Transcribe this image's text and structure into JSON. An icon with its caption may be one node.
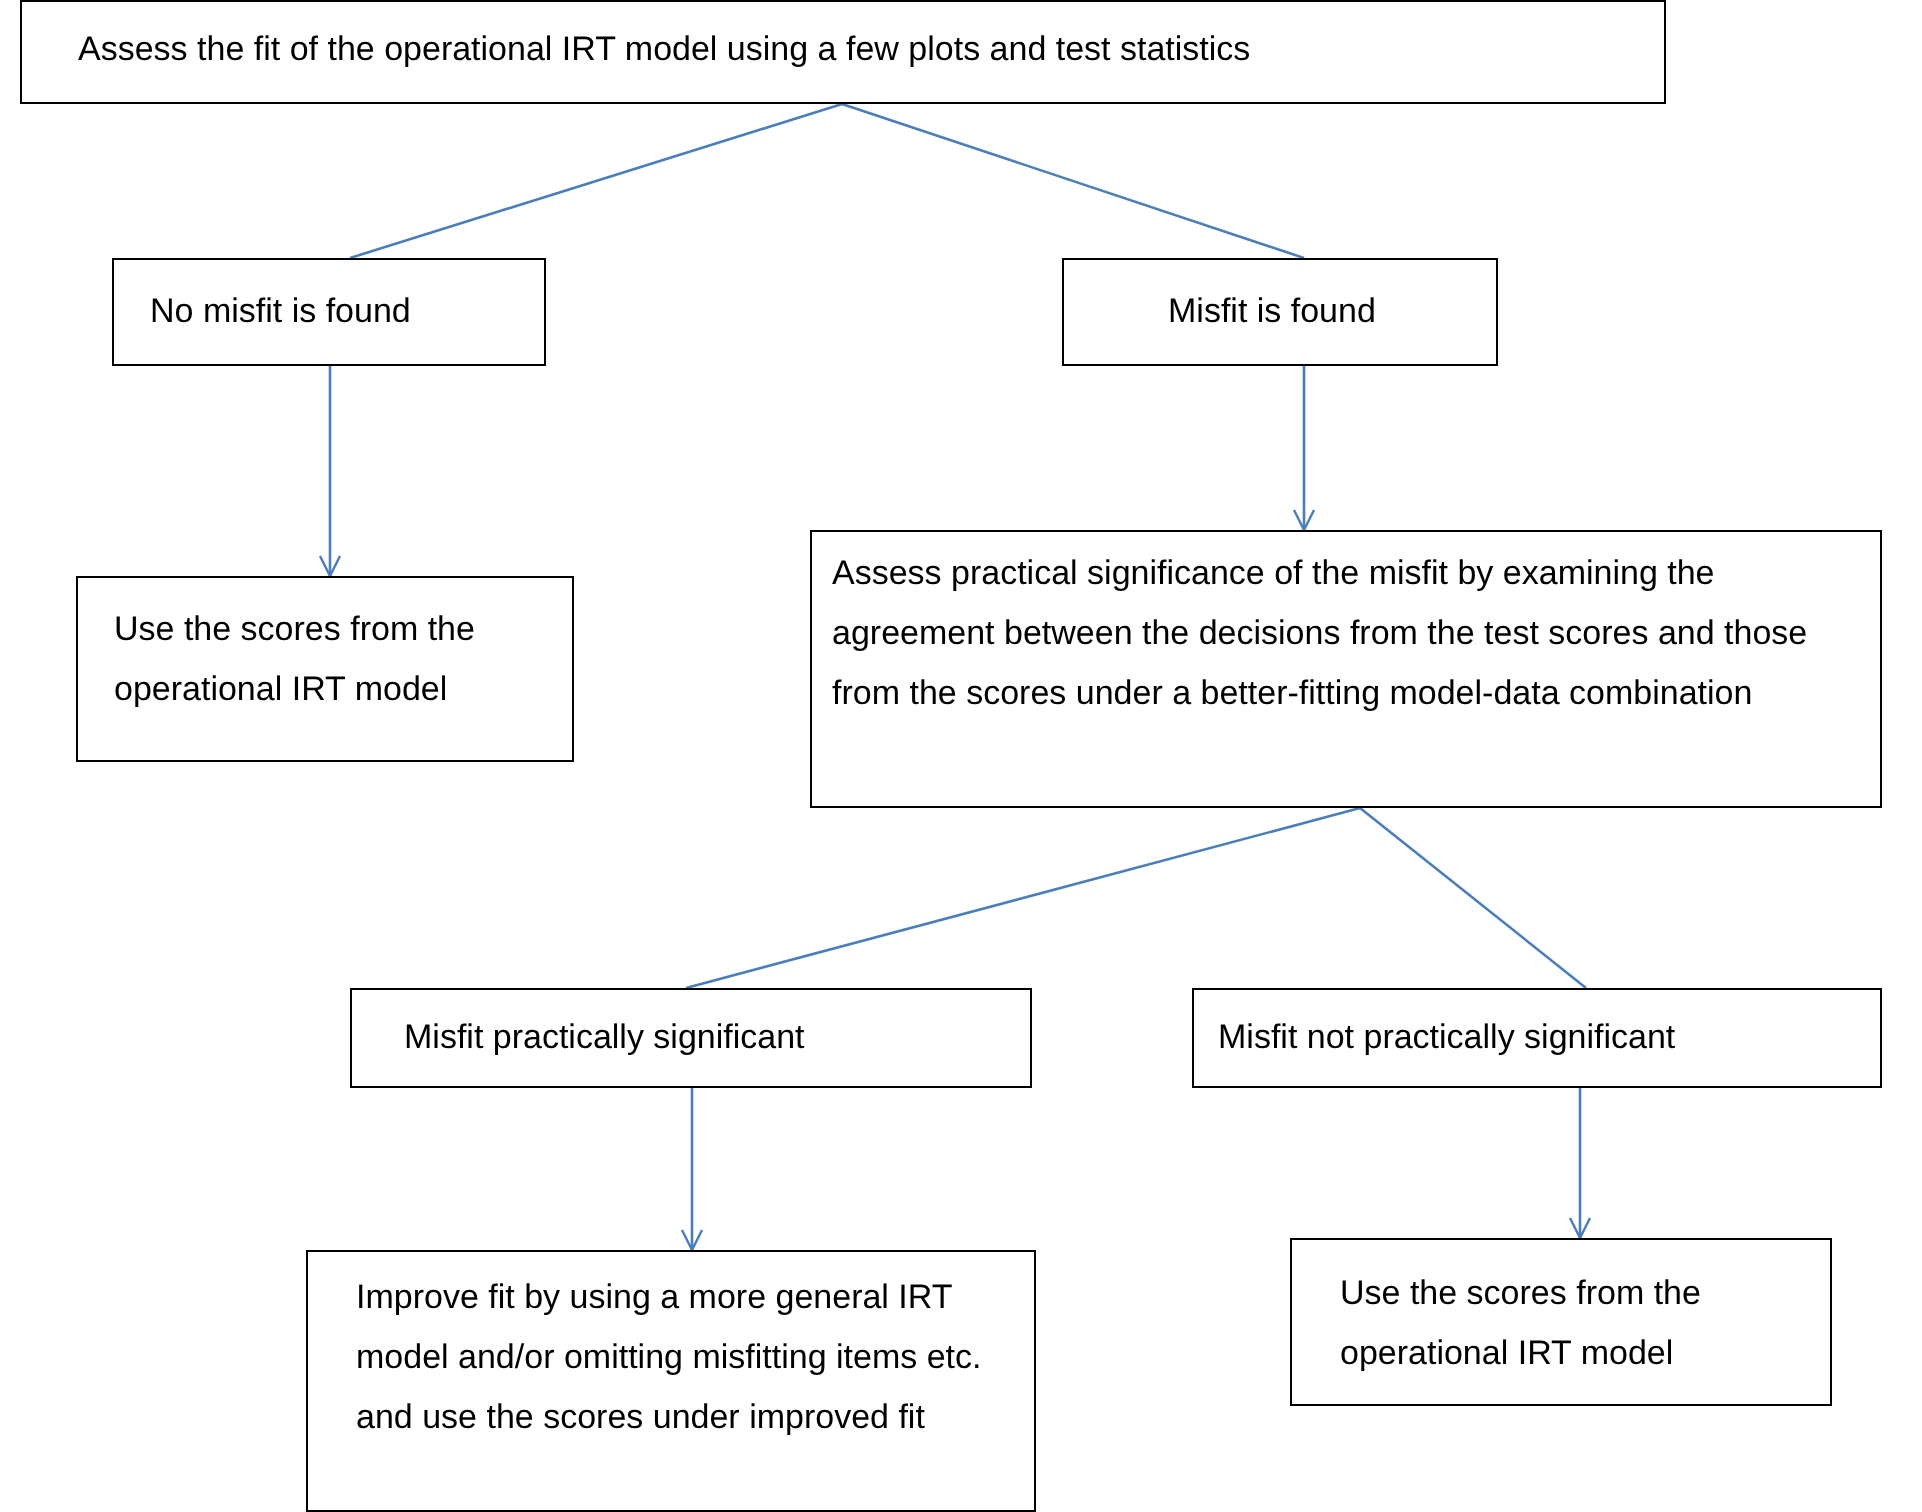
{
  "diagram": {
    "nodes": [
      {
        "text": [
          "Assess the fit of the operational IRT model using a few plots and test statistics"
        ]
      },
      {
        "text": [
          "No misfit is found"
        ]
      },
      {
        "text": [
          "Misfit is found"
        ]
      },
      {
        "text": [
          "Use the scores from the operational IRT model"
        ]
      },
      {
        "text": [
          "Assess practical significance of the misfit by examining the agreement between the decisions from the test scores and those from the scores under a better-fitting model-data combination"
        ]
      },
      {
        "text": [
          "Misfit practically significant"
        ]
      },
      {
        "text": [
          "Misfit not practically significant"
        ]
      },
      {
        "text": [
          "Improve fit by using a more general IRT model and/or omitting misfitting items etc. and use the scores under improved fit"
        ]
      },
      {
        "text": [
          "Use the scores from the operational IRT model"
        ]
      }
    ],
    "edges": [
      {
        "from": 0,
        "to": 1,
        "arrow": "none"
      },
      {
        "from": 0,
        "to": 2,
        "arrow": "none"
      },
      {
        "from": 1,
        "to": 3,
        "arrow": "to"
      },
      {
        "from": 2,
        "to": 4,
        "arrow": "to"
      },
      {
        "from": 4,
        "to": 5,
        "arrow": "none"
      },
      {
        "from": 4,
        "to": 6,
        "arrow": "none"
      },
      {
        "from": 5,
        "to": 7,
        "arrow": "to"
      },
      {
        "from": 6,
        "to": 8,
        "arrow": "to"
      }
    ]
  }
}
